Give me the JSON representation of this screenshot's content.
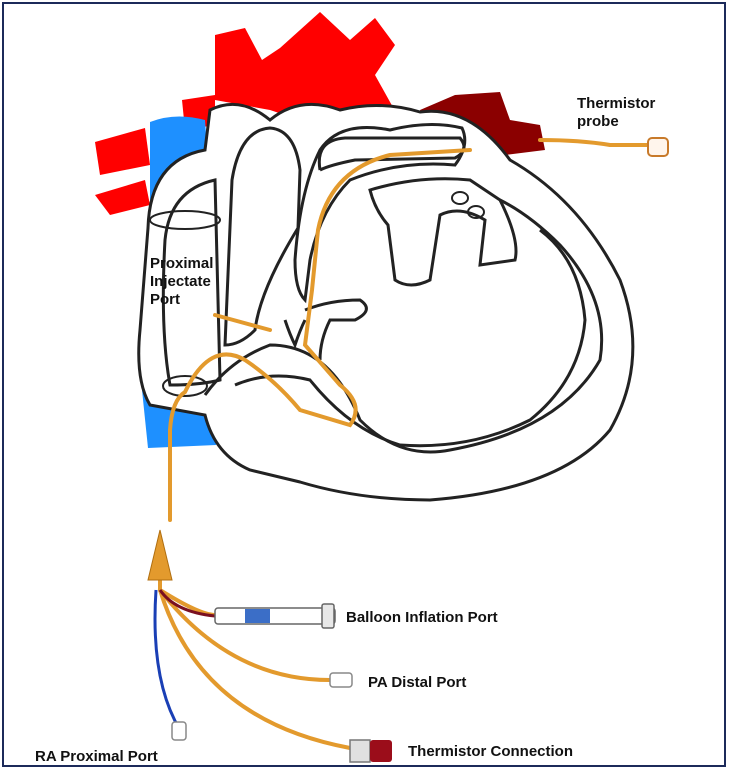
{
  "labels": {
    "thermistor_probe": [
      "Thermistor",
      "probe"
    ],
    "proximal_injectate": [
      "Proximal",
      "Injectate",
      "Port"
    ],
    "balloon_inflation": "Balloon Inflation Port",
    "pa_distal": "PA Distal Port",
    "ra_proximal": "RA Proximal Port",
    "thermistor_connection": "Thermistor Connection"
  },
  "colors": {
    "arterial": "#ff0000",
    "venous": "#1e90ff",
    "pulmonary_vein": "#8b0000",
    "catheter": "#e39a2d",
    "blue_line": "#1a3fb5",
    "frame": "#1c2a5a"
  }
}
